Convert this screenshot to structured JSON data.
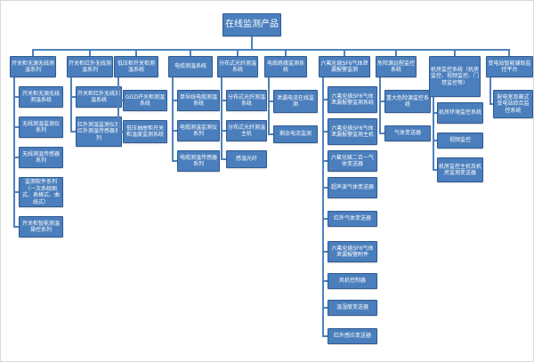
{
  "diagram": {
    "title": "在线监测产品",
    "colors": {
      "node_fill": "#4a7ebc",
      "node_border": "#2f5b94",
      "connector": "#4f81bd",
      "text": "#ffffff",
      "background": "#ffffff"
    },
    "branches": [
      {
        "label": "开关柜无源无线测温系列",
        "children": [
          "开关柜无源无线测温系统",
          "无线测温监测仪系列",
          "无线测温传感器系列",
          "监测软件系列（一次系统图式、表格式、曲线式）",
          "开关柜智能测温操控系列"
        ]
      },
      {
        "label": "开关柜红外无线测温系列",
        "children": [
          "开关柜红外无线测温系统",
          "红外测温监测仪及红外测温传感器系列"
        ]
      },
      {
        "label": "低压柜开关柜测温系统",
        "children": [
          "GGD开关柜测温系统",
          "低压抽屉柜开关柜温度监测系统"
        ]
      },
      {
        "label": "电缆测温系统",
        "children": [
          "单导线电缆测温系统",
          "电缆测温监测仪系列",
          "电缆测温传感器系列"
        ]
      },
      {
        "label": "分布式光纤测温系统",
        "children": [
          "分布式光纤测温系统",
          "分布式光纤测温主机",
          "感温光纤"
        ]
      },
      {
        "label": "电缆绝缘监测系统",
        "children": [
          "泄漏电流在线监测",
          "剩余电流监测"
        ]
      },
      {
        "label": "六氟化硫SF6气体泄漏报警监测",
        "children": [
          "六氟化硫SF6气体泄漏报警监测系统",
          "六氟化硫SF6气体泄漏报警监测主机",
          "六氟化硫二合一气体变送器",
          "超声波气体变送器",
          "红外气体变送器",
          "六氟化硫SF6气体泄漏报警附件",
          "风机控制器",
          "温湿度变送器",
          "红外感应变送器"
        ]
      },
      {
        "label": "危险源远程监控系统",
        "children": [
          "重大危险源监控系统",
          "气体变送器"
        ]
      },
      {
        "label": "机房监控系统（机房监控、视频监控、门禁监控等）",
        "children": [
          "机房环境监控系统",
          "视频监控",
          "机房监控主机及机房监测变送器"
        ]
      },
      {
        "label": "变电站智能辅助监控平台",
        "children": [
          "配电室及箱式变电站综合监控系统"
        ]
      }
    ]
  }
}
